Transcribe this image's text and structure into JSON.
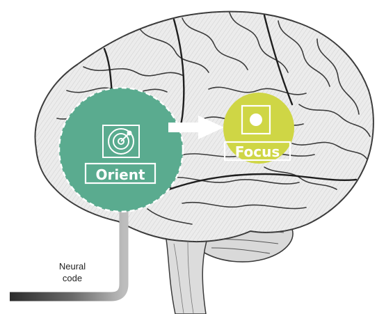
{
  "labels": {
    "orient": "Orient",
    "focus": "Focus",
    "neural_code_line1": "Neural",
    "neural_code_line2": "code"
  },
  "colors": {
    "background": "#ffffff",
    "brain_fill": "#ececec",
    "brain_ink": "#3a3a3a",
    "orient_green": "#5aab8f",
    "focus_yellow": "#cfd645",
    "white": "#ffffff",
    "arrow_dark": "#2b2b2b",
    "text_dark": "#222222"
  },
  "icons": [
    "brain-illustration",
    "radar-icon",
    "target-square-icon",
    "arrow-right-icon",
    "arrow-up-icon"
  ]
}
